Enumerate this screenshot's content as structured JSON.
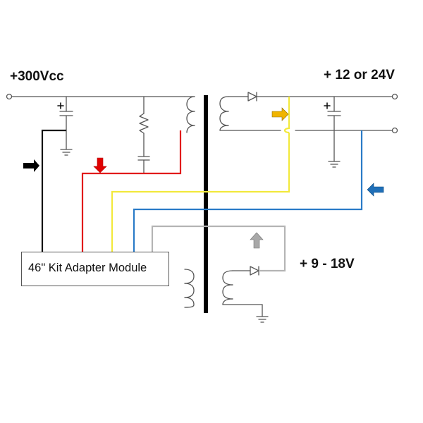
{
  "labels": {
    "input_voltage": "+300Vcc",
    "output_main": "+ 12 or 24V",
    "output_aux": "+ 9 - 18V",
    "module": "46\" Kit Adapter Module"
  },
  "colors": {
    "wire_black": "#111111",
    "wire_red": "#e11b1b",
    "wire_yellow": "#f2e93c",
    "wire_blue": "#2a7bc7",
    "wire_gray": "#b4b4b4",
    "schematic_line": "#555555",
    "core": "#000000",
    "arrow_black": "#000000",
    "arrow_red": "#e00000",
    "arrow_orange": "#f0b400",
    "arrow_blue": "#1f6fb8",
    "arrow_gray": "#a8a8a8"
  },
  "arrows": [
    {
      "name": "black-arrow",
      "direction": "right"
    },
    {
      "name": "red-arrow",
      "direction": "down"
    },
    {
      "name": "orange-arrow",
      "direction": "right"
    },
    {
      "name": "blue-arrow",
      "direction": "left"
    },
    {
      "name": "gray-arrow",
      "direction": "up"
    }
  ]
}
